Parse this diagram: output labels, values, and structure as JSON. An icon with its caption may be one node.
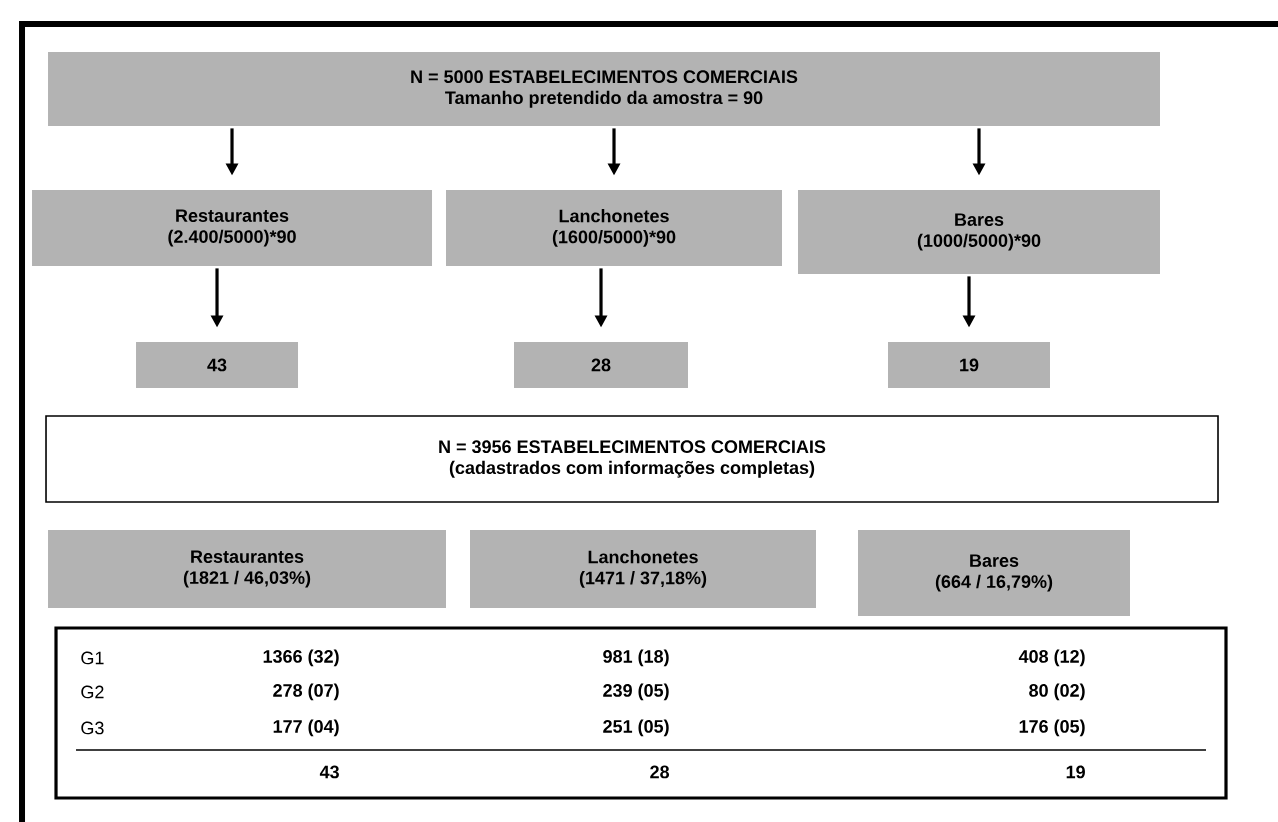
{
  "diagram": {
    "nodes": [
      {
        "text": [
          "N = 5000 ESTABELECIMENTOS COMERCIAIS",
          "Tamanho pretendido da amostra = 90"
        ]
      },
      {
        "text": [
          "Restaurantes",
          "(2.400/5000)*90"
        ]
      },
      {
        "text": [
          "Lanchonetes",
          "(1600/5000)*90"
        ]
      },
      {
        "text": [
          "Bares",
          "(1000/5000)*90"
        ]
      },
      {
        "text": [
          "43"
        ]
      },
      {
        "text": [
          "28"
        ]
      },
      {
        "text": [
          "19"
        ]
      },
      {
        "text": [
          "N = 3956 ESTABELECIMENTOS COMERCIAIS",
          "(cadastrados com informações completas)"
        ]
      },
      {
        "text": [
          "Restaurantes",
          "(1821 / 46,03%)"
        ]
      },
      {
        "text": [
          "Lanchonetes",
          "(1471 / 37,18%)"
        ]
      },
      {
        "text": [
          "Bares",
          "(664 / 16,79%)"
        ]
      }
    ],
    "edges": [
      {
        "from": 0,
        "to": 1,
        "arrow": "to"
      },
      {
        "from": 0,
        "to": 2,
        "arrow": "to"
      },
      {
        "from": 0,
        "to": 3,
        "arrow": "to"
      },
      {
        "from": 1,
        "to": 4,
        "arrow": "to"
      },
      {
        "from": 2,
        "to": 5,
        "arrow": "to"
      },
      {
        "from": 3,
        "to": 6,
        "arrow": "to"
      }
    ],
    "labels": [
      "G1",
      "1366 (32)",
      "981 (18)",
      "408 (12)",
      "G2",
      "278 (07)",
      "239 (05)",
      "80 (02)",
      "G3",
      "177 (04)",
      "251 (05)",
      "176 (05)",
      "43",
      "28",
      "19"
    ]
  }
}
